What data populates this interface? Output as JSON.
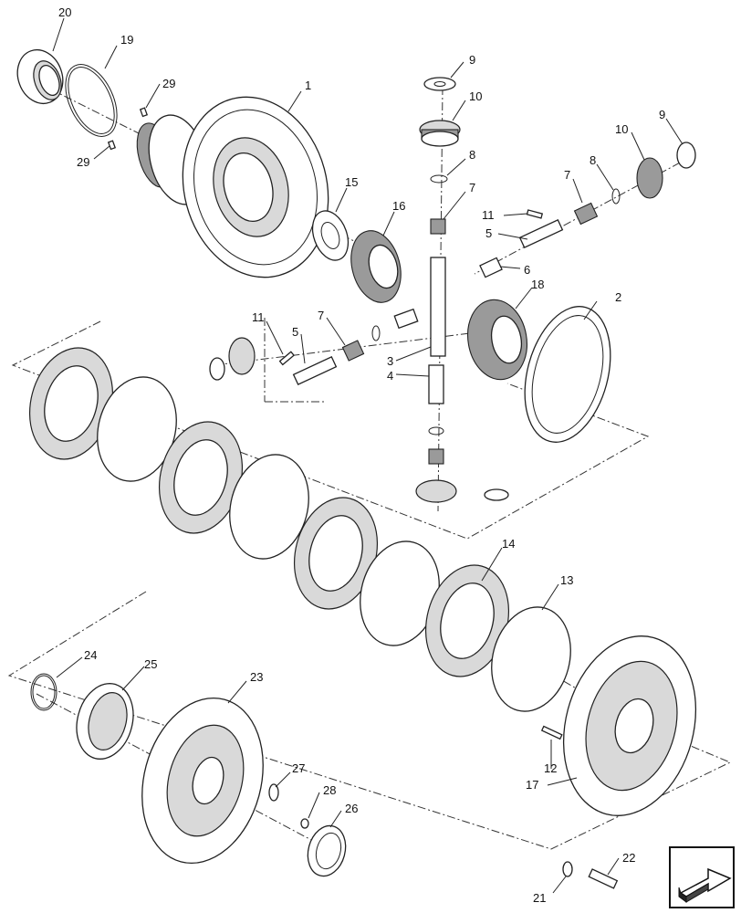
{
  "diagram": {
    "callouts": [
      {
        "key": "c20",
        "text": "20"
      },
      {
        "key": "c19",
        "text": "19"
      },
      {
        "key": "c29a",
        "text": "29"
      },
      {
        "key": "c29b",
        "text": "29"
      },
      {
        "key": "c1",
        "text": "1"
      },
      {
        "key": "c15",
        "text": "15"
      },
      {
        "key": "c16",
        "text": "16"
      },
      {
        "key": "c9a",
        "text": "9"
      },
      {
        "key": "c10a",
        "text": "10"
      },
      {
        "key": "c8a",
        "text": "8"
      },
      {
        "key": "c7a",
        "text": "7"
      },
      {
        "key": "c9b",
        "text": "9"
      },
      {
        "key": "c10b",
        "text": "10"
      },
      {
        "key": "c8b",
        "text": "8"
      },
      {
        "key": "c7b",
        "text": "7"
      },
      {
        "key": "c11a",
        "text": "11"
      },
      {
        "key": "c5a",
        "text": "5"
      },
      {
        "key": "c6",
        "text": "6"
      },
      {
        "key": "c18",
        "text": "18"
      },
      {
        "key": "c2",
        "text": "2"
      },
      {
        "key": "c11b",
        "text": "11"
      },
      {
        "key": "c5b",
        "text": "5"
      },
      {
        "key": "c7c",
        "text": "7"
      },
      {
        "key": "c3",
        "text": "3"
      },
      {
        "key": "c4",
        "text": "4"
      },
      {
        "key": "c14",
        "text": "14"
      },
      {
        "key": "c13",
        "text": "13"
      },
      {
        "key": "c24",
        "text": "24"
      },
      {
        "key": "c25",
        "text": "25"
      },
      {
        "key": "c23",
        "text": "23"
      },
      {
        "key": "c27",
        "text": "27"
      },
      {
        "key": "c28",
        "text": "28"
      },
      {
        "key": "c26",
        "text": "26"
      },
      {
        "key": "c12",
        "text": "12"
      },
      {
        "key": "c17",
        "text": "17"
      },
      {
        "key": "c22",
        "text": "22"
      },
      {
        "key": "c21",
        "text": "21"
      }
    ],
    "nav_icon": "next-page-arrow-icon"
  }
}
